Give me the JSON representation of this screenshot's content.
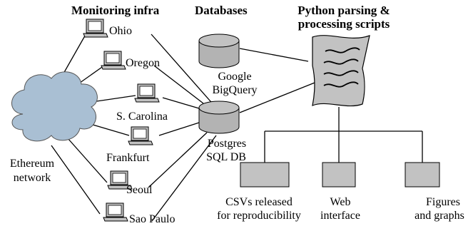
{
  "headers": {
    "monitoring": "Monitoring infra",
    "databases": "Databases",
    "scripts_line1": "Python parsing &",
    "scripts_line2": "processing scripts"
  },
  "network": {
    "line1": "Ethereum",
    "line2": "network"
  },
  "monitors": [
    "Ohio",
    "Oregon",
    "S. Carolina",
    "Frankfurt",
    "Seoul",
    "Sao Paulo"
  ],
  "databases": {
    "bigquery_line1": "Google",
    "bigquery_line2": "BigQuery",
    "postgres_line1": "Postgres",
    "postgres_line2": "SQL DB"
  },
  "outputs": [
    {
      "line1": "CSVs released",
      "line2": "for reproducibility"
    },
    {
      "line1": "Web",
      "line2": "interface"
    },
    {
      "line1": "Figures",
      "line2": "and graphs"
    }
  ],
  "colors": {
    "component_fill": "#c2c2c2",
    "cylinder_side": "#b3b3b3",
    "cloud_fill": "#a9bfd3",
    "line": "#000000"
  },
  "icons": {
    "monitor": "computer-icon",
    "database": "database-cylinder-icon",
    "scripts": "document-scroll-icon",
    "network": "cloud-icon"
  }
}
